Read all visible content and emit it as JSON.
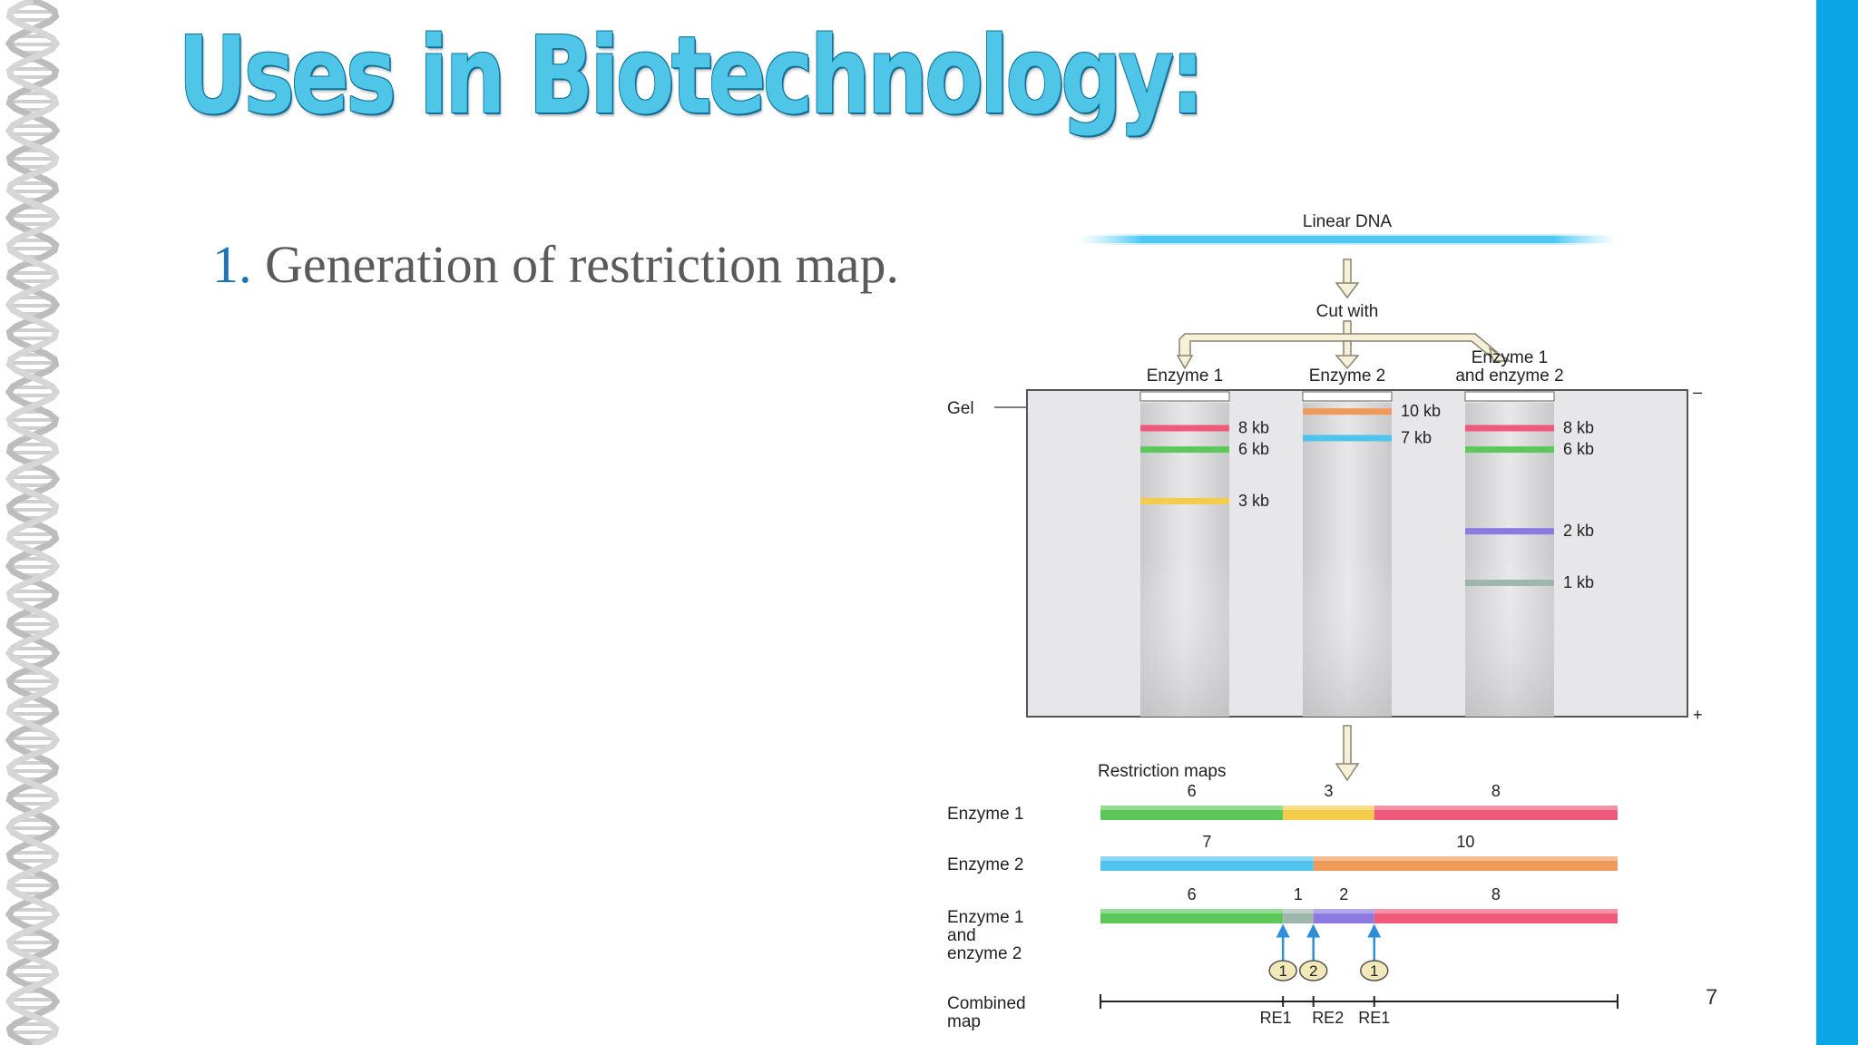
{
  "slide": {
    "title": "Uses in Biotechnology:",
    "list_number": "1.",
    "list_text": "Generation of restriction map.",
    "page_number": "7",
    "colors": {
      "title": "#4fc6e8",
      "title_outline": "#0f6f98",
      "accent_bar": "#0aa6e6",
      "list_number": "#1c74b0"
    },
    "decoration": "dna-helix-border-left"
  },
  "figure": {
    "linear_dna_label": "Linear DNA",
    "cut_with_label": "Cut with",
    "gel_label": "Gel",
    "lanes": [
      {
        "label": "Enzyme 1",
        "bands": [
          {
            "label": "8 kb",
            "color": "#ef5a7a"
          },
          {
            "label": "6 kb",
            "color": "#5cc85a"
          },
          {
            "label": "3 kb",
            "color": "#f3cc4a"
          }
        ]
      },
      {
        "label": "Enzyme 2",
        "bands": [
          {
            "label": "10 kb",
            "color": "#f09a5a"
          },
          {
            "label": "7 kb",
            "color": "#4fc4ee"
          }
        ]
      },
      {
        "label_line1": "Enzyme 1",
        "label_line2": "and enzyme 2",
        "bands": [
          {
            "label": "8 kb",
            "color": "#ef5a7a"
          },
          {
            "label": "6 kb",
            "color": "#5cc85a"
          },
          {
            "label": "2 kb",
            "color": "#8c7ae0"
          },
          {
            "label": "1 kb",
            "color": "#9fb6ac"
          }
        ]
      }
    ],
    "gel_minus": "–",
    "gel_plus": "+",
    "restriction_maps_label": "Restriction maps",
    "maps": [
      {
        "label_lines": [
          "Enzyme 1"
        ],
        "segments": [
          {
            "length": 6,
            "label": "6",
            "color": "#5cc85a"
          },
          {
            "length": 3,
            "label": "3",
            "color": "#f3cc4a"
          },
          {
            "length": 8,
            "label": "8",
            "color": "#ef5a7a"
          }
        ]
      },
      {
        "label_lines": [
          "Enzyme 2"
        ],
        "segments": [
          {
            "length": 7,
            "label": "7",
            "color": "#4fc4ee"
          },
          {
            "length": 10,
            "label": "10",
            "color": "#f09a5a"
          }
        ]
      },
      {
        "label_lines": [
          "Enzyme 1",
          "and",
          "enzyme 2"
        ],
        "segments": [
          {
            "length": 6,
            "label": "6",
            "color": "#5cc85a"
          },
          {
            "length": 1,
            "label": "1",
            "color": "#9fb6ac"
          },
          {
            "length": 2,
            "label": "2",
            "color": "#8c7ae0"
          },
          {
            "length": 8,
            "label": "8",
            "color": "#ef5a7a"
          }
        ]
      }
    ],
    "cut_markers": [
      "1",
      "2",
      "1"
    ],
    "combined_map_label_line1": "Combined",
    "combined_map_label_line2": "map",
    "combined_sites": [
      "RE1",
      "RE2",
      "RE1"
    ]
  }
}
